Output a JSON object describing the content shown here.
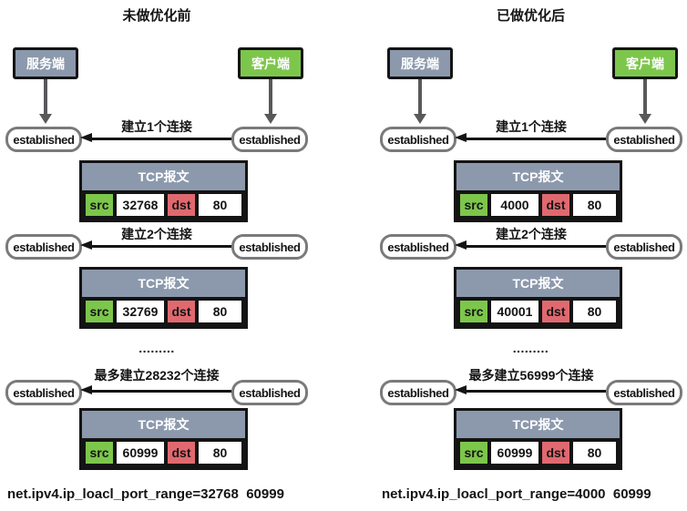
{
  "shared": {
    "established_label": "established",
    "tcp_header": "TCP报文",
    "src_label": "src",
    "dst_label": "dst",
    "ellipsis": ".........",
    "colors": {
      "node_slate": "#8C99AD",
      "node_green": "#7DC64C",
      "dst_red": "#E0696F",
      "border_black": "#141414",
      "arrow_gray": "#58595B",
      "pill_border_gray": "#7A7A7A"
    }
  },
  "columns": [
    {
      "title": "未做优化前",
      "server_label": "服务端",
      "client_label": "客户端",
      "rows": [
        {
          "connection_label": "建立1个连接",
          "src_port": "32768",
          "dst_port": "80"
        },
        {
          "connection_label": "建立2个连接",
          "src_port": "32769",
          "dst_port": "80"
        },
        {
          "connection_label": "最多建立28232个连接",
          "src_port": "60999",
          "dst_port": "80"
        }
      ],
      "sysctl": "net.ipv4.ip_loacl_port_range=32768  60999"
    },
    {
      "title": "已做优化后",
      "server_label": "服务端",
      "client_label": "客户端",
      "rows": [
        {
          "connection_label": "建立1个连接",
          "src_port": "4000",
          "dst_port": "80"
        },
        {
          "connection_label": "建立2个连接",
          "src_port": "40001",
          "dst_port": "80"
        },
        {
          "connection_label": "最多建立56999个连接",
          "src_port": "60999",
          "dst_port": "80"
        }
      ],
      "sysctl": "net.ipv4.ip_loacl_port_range=4000  60999"
    }
  ]
}
